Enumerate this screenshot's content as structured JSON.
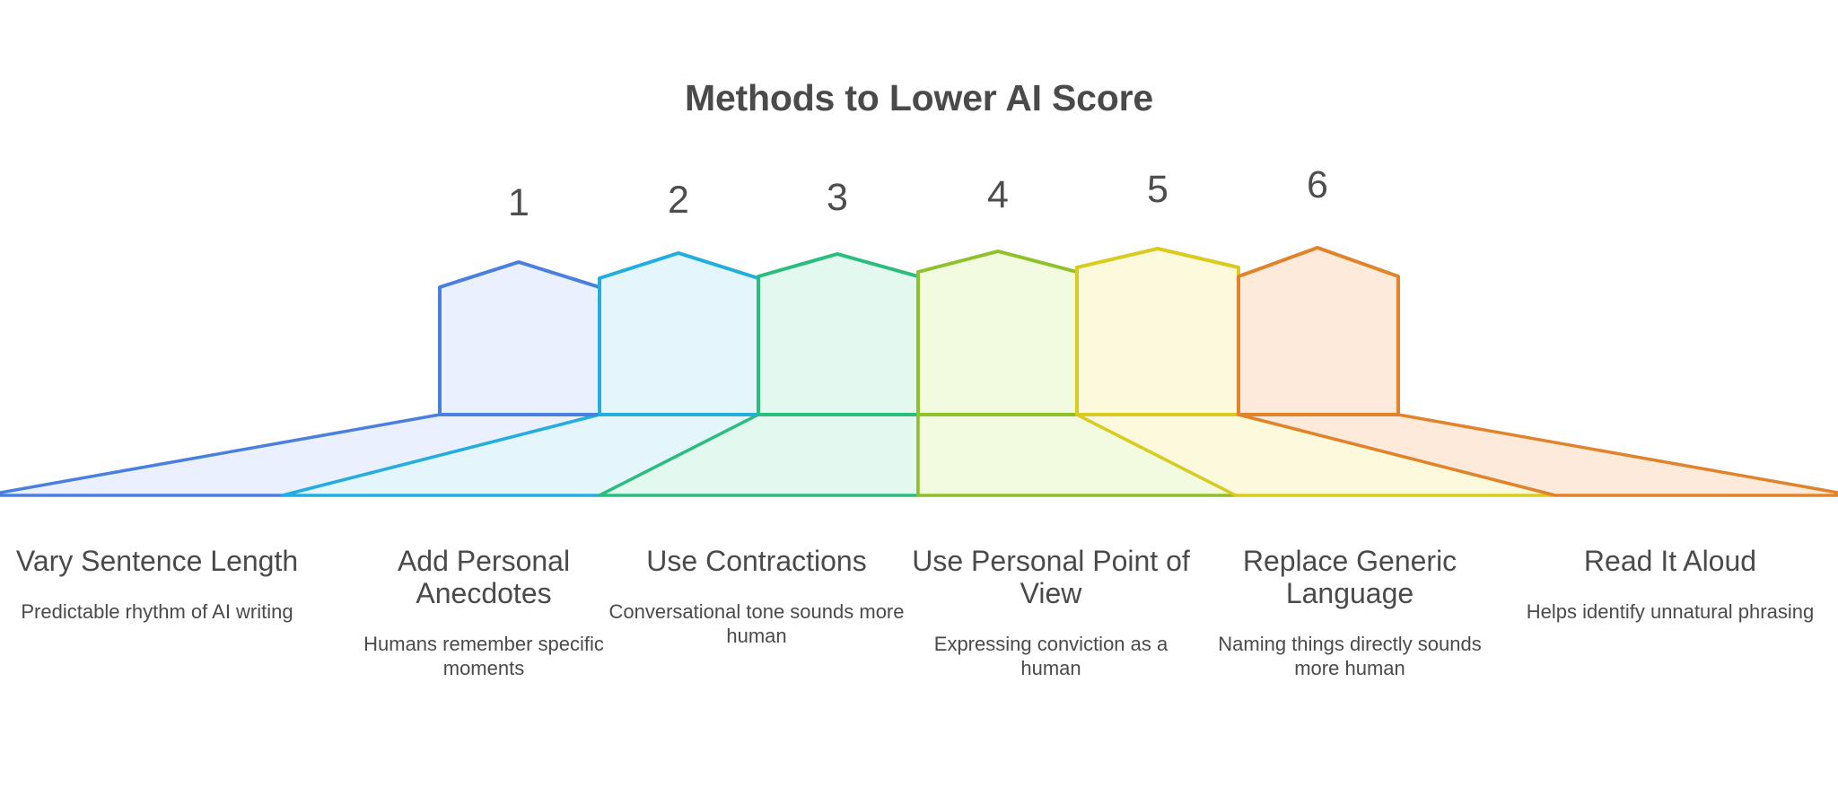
{
  "header": {
    "title": "Methods to Lower AI Score"
  },
  "chart_data": {
    "type": "bar",
    "title": "Methods to Lower AI Score",
    "subtitle": "",
    "xlabel": "",
    "ylabel": "",
    "grid": false,
    "legend": "none",
    "orientation": "ascending-staircase",
    "style": "3d-perspective-house-steps",
    "categories": [
      "Vary Sentence Length",
      "Add Personal Anecdotes",
      "Use Contractions",
      "Use Personal Point of View",
      "Replace Generic Language",
      "Read It Aloud"
    ],
    "values": [
      1,
      2,
      3,
      4,
      5,
      6
    ],
    "step_numbers": [
      "1",
      "2",
      "3",
      "4",
      "5",
      "6"
    ],
    "colors": [
      "#4a7fe0",
      "#23aedd",
      "#2bbd7e",
      "#8fc12a",
      "#d9cc1f",
      "#e0832a"
    ],
    "fills": [
      "#eaf0fd",
      "#e4f6fb",
      "#e3f8ee",
      "#f2faE0",
      "#fdf9dd",
      "#fdeadb"
    ]
  },
  "steps": [
    {
      "number": "1",
      "title": "Vary Sentence Length",
      "description": "Predictable rhythm of AI writing",
      "color": "#4a7fe0",
      "fill": "#eaf0fd"
    },
    {
      "number": "2",
      "title": "Add Personal Anecdotes",
      "description": "Humans remember specific moments",
      "color": "#23aedd",
      "fill": "#e4f6fb"
    },
    {
      "number": "3",
      "title": "Use Contractions",
      "description": "Conversational tone sounds more human",
      "color": "#2bbd7e",
      "fill": "#e3f8ee"
    },
    {
      "number": "4",
      "title": "Use Personal Point of View",
      "description": "Expressing conviction as a human",
      "color": "#8fc12a",
      "fill": "#f2fadf"
    },
    {
      "number": "5",
      "title": "Replace Generic Language",
      "description": "Naming things directly sounds more human",
      "color": "#d9cc1f",
      "fill": "#fdf9dd"
    },
    {
      "number": "6",
      "title": "Read It Aloud",
      "description": "Helps identify unnatural phrasing",
      "color": "#e0832a",
      "fill": "#fdeadb"
    }
  ],
  "theme": {
    "background": "#ffffff",
    "text_color": "#4a4a4a",
    "number_color": "#4d4d4d"
  }
}
